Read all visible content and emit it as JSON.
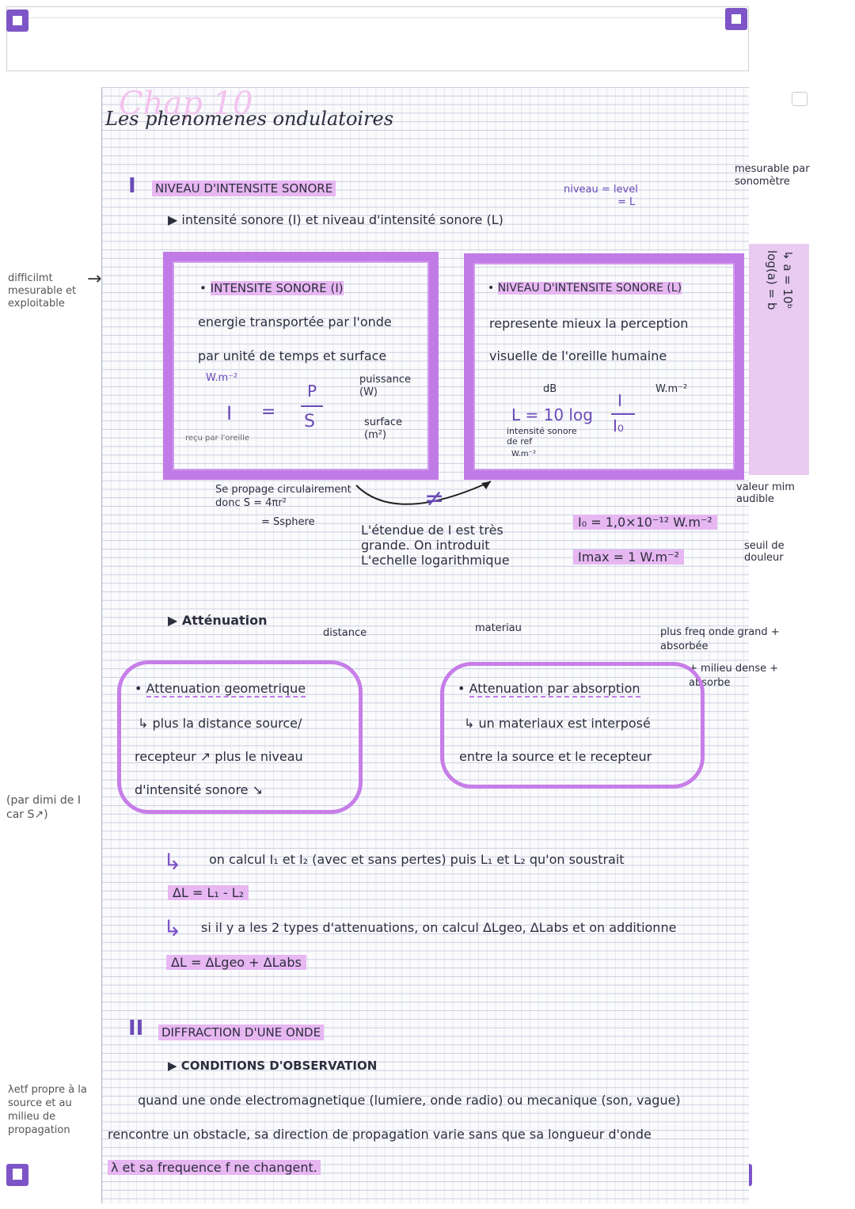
{
  "title": "Les phenomenes ondulatoires",
  "title_ghost": "Chap 10",
  "section1": {
    "num": "I",
    "heading": "NIVEAU D'INTENSITE SONORE",
    "sub1": "intensité sonore (I) et niveau d'intensité sonore (L)",
    "niveau_note": "niveau = level",
    "niveau_note2": "= L",
    "mesurable_note": "mesurable par sonomètre",
    "left_margin_note": "difficilmt mesurable et exploitable",
    "box_left": {
      "heading": "INTENSITE SONORE (I)",
      "line1": "energie transportée par l'onde",
      "line2": "par unité de temps et surface",
      "unit": "W.m⁻²",
      "formula_lhs": "I",
      "formula_eq": "=",
      "formula_num": "P",
      "formula_den": "S",
      "puissance": "puissance (W)",
      "surface": "surface (m²)",
      "recu": "reçu par l'oreille"
    },
    "box_right": {
      "heading": "NIVEAU D'INTENSITE SONORE (L)",
      "line1": "represente mieux la perception",
      "line2": "visuelle de l'oreille humaine",
      "db": "dB",
      "formula": "L = 10 log",
      "frac_num": "I",
      "frac_den": "I₀",
      "unit": "W.m⁻²",
      "intensite": "intensité sonore de ref",
      "intensite_unit": "W.m⁻²"
    },
    "propage": "Se propage circulairement donc S = 4πr²",
    "sphere": "= Ssphere",
    "neq": "≠",
    "etendue": "L'étendue de I est très grande. On introduit L'echelle logarithmique",
    "log_box": {
      "l1": "log(a) = b",
      "l2": "↳ a = 10ᵇ"
    },
    "i0": "I₀ = 1,0×10⁻¹² W.m⁻²",
    "imax": "Imax = 1 W.m⁻²",
    "valeur_min": "valeur mim audible",
    "seuil": "seuil de douleur",
    "attenuation_heading": "Atténuation",
    "distance_note": "distance",
    "materiau_note": "materiau",
    "cloud_left": {
      "heading": "Attenuation geometrique",
      "l1": "↳ plus la distance source/",
      "l2": "recepteur ↗ plus le niveau",
      "l3": "d'intensité sonore ↘"
    },
    "cloud_right": {
      "heading": "Attenuation par absorption",
      "l1": "↳ un materiaux est interposé",
      "l2": "entre la source et le recepteur"
    },
    "freq_note": "plus freq onde grand + absorbée",
    "dense_note": "+ milieu dense + absorbe",
    "left_note2": "(par dimi de I car S↗)",
    "calc1": "on calcul I₁ et I₂ (avec et sans pertes) puis L₁ et L₂ qu'on soustrait",
    "delta1": "ΔL = L₁ - L₂",
    "calc2": "si il y a les 2 types d'attenuations, on calcul ΔLgeo, ΔLabs et on additionne",
    "delta2": "ΔL = ΔLgeo + ΔLabs"
  },
  "section2": {
    "num": "II",
    "heading": "DIFFRACTION D'UNE ONDE",
    "sub": "CONDITIONS D'OBSERVATION",
    "l1": "quand une onde electromagnetique (lumiere, onde radio) ou mecanique (son, vague)",
    "l2": "rencontre un obstacle, sa direction de propagation varie sans que sa longueur d'onde",
    "l3": "λ et sa frequence f ne changent.",
    "left_note": "λetf propre à la source et au milieu de propagation"
  }
}
